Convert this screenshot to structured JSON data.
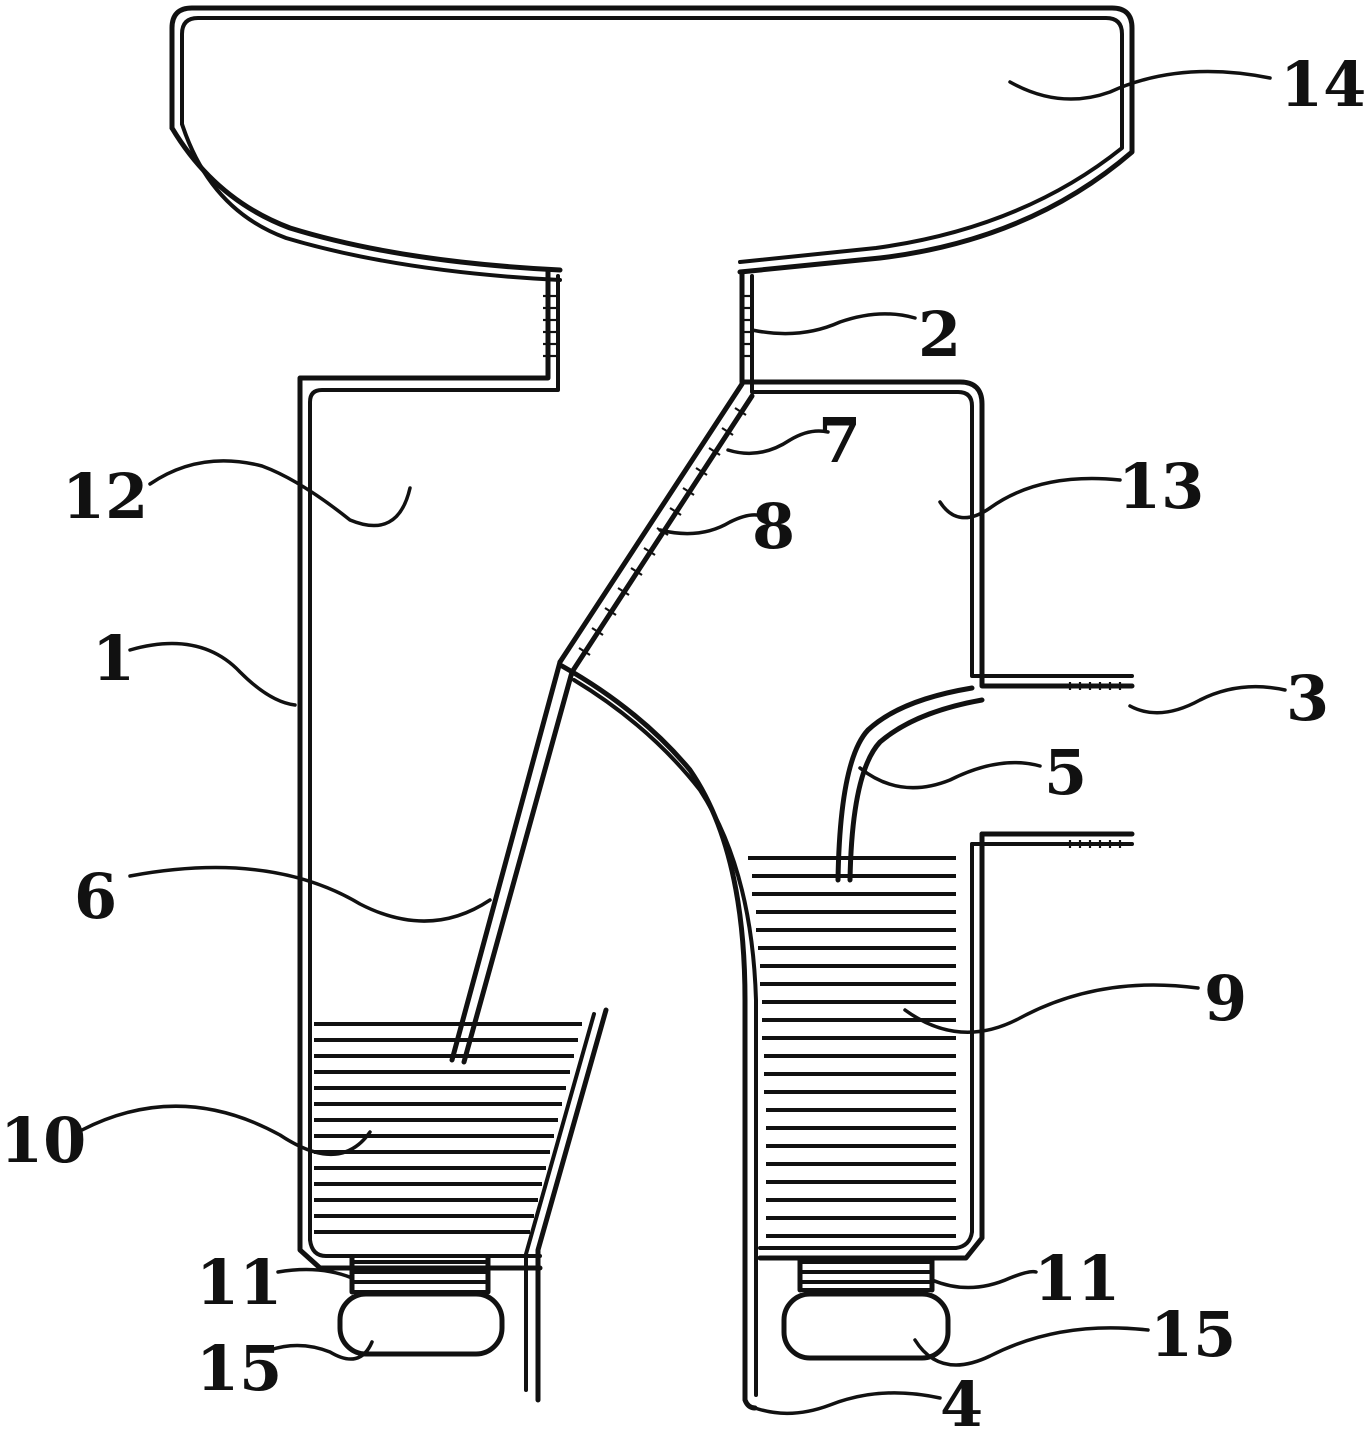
{
  "labels": {
    "l1": "1",
    "l2": "2",
    "l3": "3",
    "l4": "4",
    "l5": "5",
    "l6": "6",
    "l7": "7",
    "l8": "8",
    "l9": "9",
    "l10": "10",
    "l11a": "11",
    "l11b": "11",
    "l12": "12",
    "l13": "13",
    "l14": "14",
    "l15a": "15",
    "l15b": "15"
  }
}
